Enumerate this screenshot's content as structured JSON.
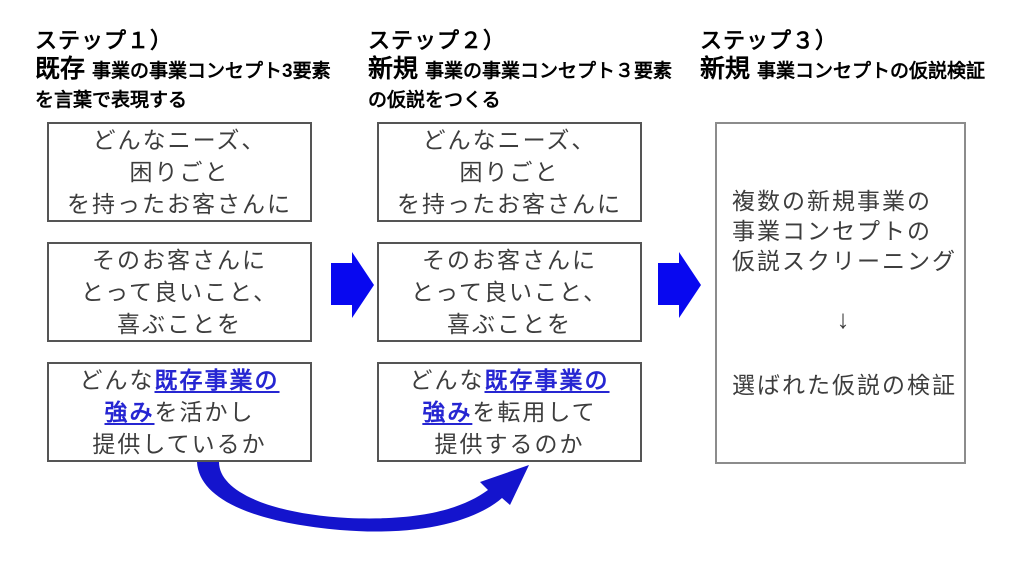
{
  "palette": {
    "arrow_blue": "#0808f0",
    "curve_blue": "#1414cd",
    "link_blue": "#2626d2",
    "border_gray": "#555555",
    "col3_border": "#8c8c8c",
    "text_color": "#3d3d3d",
    "heading_color": "#000000"
  },
  "headers": [
    {
      "step": "ステップ１）",
      "keyword": "既存",
      "rest": "事業の事業コンセプト3要素",
      "line2": "を言葉で表現する"
    },
    {
      "step": "ステップ２）",
      "keyword": "新規",
      "rest": "事業の事業コンセプト３要素",
      "line2": "の仮説をつくる"
    },
    {
      "step": "ステップ３）",
      "keyword": "新規",
      "rest": "事業コンセプトの仮説検証",
      "line2": ""
    }
  ],
  "col1": {
    "needs": [
      "どんなニーズ、",
      "困りごと",
      "を持ったお客さんに"
    ],
    "value": [
      "そのお客さんに",
      "とって良いこと、",
      "喜ぶことを"
    ],
    "strength": [
      [
        {
          "t": "どんな"
        },
        {
          "t": "既存事業の",
          "hl": true
        }
      ],
      [
        {
          "t": "強み",
          "hl": true
        },
        {
          "t": "を活かし"
        }
      ],
      [
        {
          "t": "提供しているか"
        }
      ]
    ]
  },
  "col2": {
    "needs": [
      "どんなニーズ、",
      "困りごと",
      "を持ったお客さんに"
    ],
    "value": [
      "そのお客さんに",
      "とって良いこと、",
      "喜ぶことを"
    ],
    "strength": [
      [
        {
          "t": "どんな"
        },
        {
          "t": "既存事業の",
          "hl": true
        }
      ],
      [
        {
          "t": "強み",
          "hl": true
        },
        {
          "t": "を転用して"
        }
      ],
      [
        {
          "t": "提供するのか"
        }
      ]
    ]
  },
  "col3": {
    "lines": [
      "複数の新規事業の",
      "事業コンセプトの",
      "仮説スクリーニング"
    ],
    "arrow": "↓",
    "result": "選ばれた仮説の検証"
  }
}
